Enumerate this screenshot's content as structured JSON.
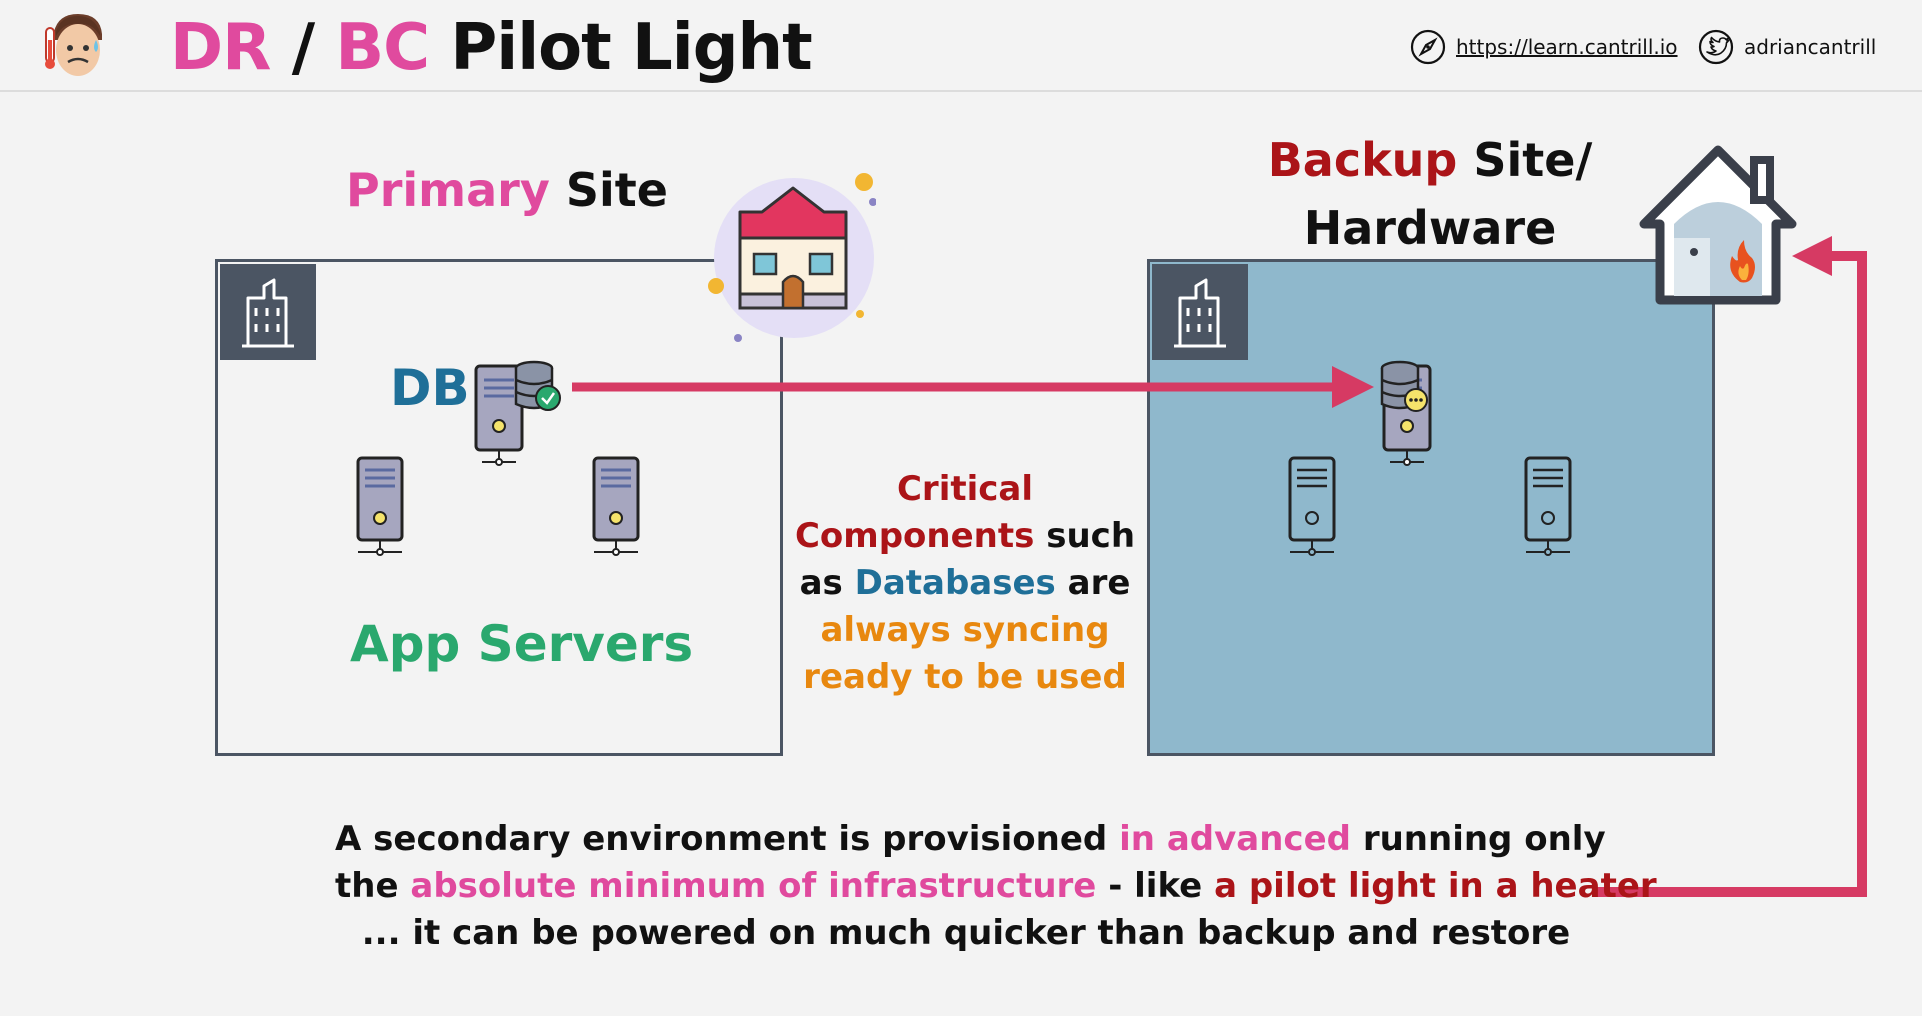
{
  "header": {
    "title_dr": "DR",
    "title_sep": "/",
    "title_bc": "BC",
    "title_rest": "Pilot Light",
    "website": "https://learn.cantrill.io",
    "twitter": "adriancantrill"
  },
  "primary_site": {
    "label_highlight": "Primary",
    "label_rest": "Site",
    "db_label": "DB",
    "app_servers_label": "App Servers"
  },
  "backup_site": {
    "label_highlight": "Backup",
    "label_line1_rest": "Site/",
    "label_line2": "Hardware"
  },
  "middle_text": {
    "part1": "Critical",
    "part2": "Components",
    "part3": "such",
    "part4": "as",
    "part5": "Databases",
    "part6": "are",
    "part7": "always syncing",
    "part8": "ready to be used"
  },
  "bottom_text": {
    "line1_a": "A secondary environment is provisioned",
    "line1_b": "in advanced",
    "line1_c": "running only",
    "line2_a": "the",
    "line2_b": "absolute minimum of infrastructure",
    "line2_c": "- like",
    "line2_d": "a pilot light in a heater",
    "line3": "... it can be powered on much quicker than backup and restore"
  },
  "colors": {
    "pink": "#e04a9e",
    "dark_red": "#ab1418",
    "blue": "#1f6f98",
    "green": "#2aa86e",
    "orange": "#e8880f",
    "arrow": "#d63a63",
    "backup_fill": "#8fb8cc",
    "box_border": "#4b5563"
  },
  "icons": {
    "presenter": "presenter-sick-face-icon",
    "website": "compass-icon",
    "twitter": "twitter-bird-icon",
    "primary_building": "building-icon",
    "backup_building": "building-icon",
    "primary_house": "house-icon",
    "backup_house": "house-with-flame-icon",
    "db_server": "database-server-icon",
    "app_server": "server-tower-icon"
  }
}
